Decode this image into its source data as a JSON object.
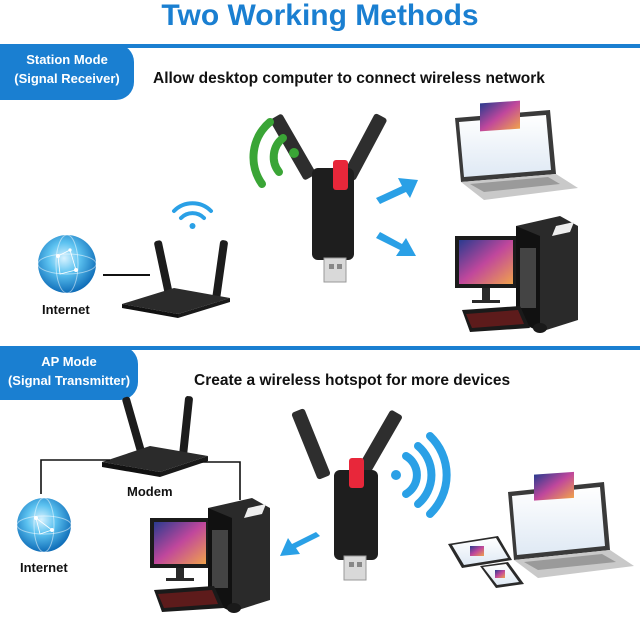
{
  "title": "Two Working Methods",
  "station": {
    "mode": "Station Mode",
    "role": "(Signal Receiver)",
    "description": "Allow desktop computer to connect wireless network",
    "internet_label": "Internet"
  },
  "ap": {
    "mode": "AP Mode",
    "role": "(Signal Transmitter)",
    "description": "Create a wireless hotspot for more devices",
    "modem_label": "Modem",
    "internet_label": "Internet"
  },
  "colors": {
    "accent_blue": "#1a7fd1",
    "signal_green": "#3aa536",
    "adapter_red": "#e8273a"
  },
  "icons": [
    "globe-icon",
    "router-icon",
    "usb-wifi-adapter-icon",
    "wifi-signal-icon",
    "arrow-icon",
    "laptop-icon",
    "desktop-pc-icon",
    "tablet-icon",
    "phone-icon"
  ]
}
